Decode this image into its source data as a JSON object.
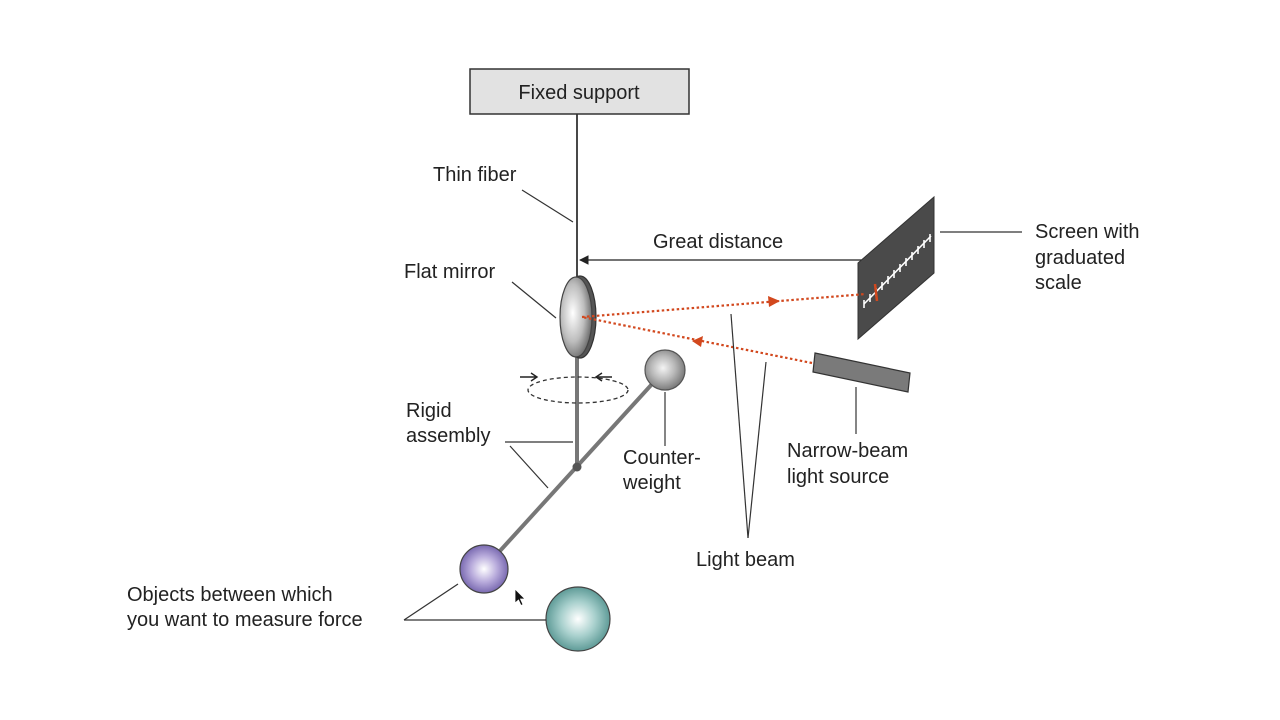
{
  "labels": {
    "fixed_support": "Fixed support",
    "thin_fiber": "Thin fiber",
    "flat_mirror": "Flat mirror",
    "great_distance": "Great distance",
    "screen_line1": "Screen with",
    "screen_line2": "graduated",
    "screen_line3": "scale",
    "rigid_line1": "Rigid",
    "rigid_line2": "assembly",
    "counter_line1": "Counter-",
    "counter_line2": "weight",
    "source_line1": "Narrow-beam",
    "source_line2": "light source",
    "light_beam": "Light beam",
    "objects_line1": "Objects between which",
    "objects_line2": "you want to measure force"
  },
  "colors": {
    "beam": "#d2481e",
    "support_fill": "#e2e2e2",
    "screen_fill": "#4a4a4a",
    "source_fill": "#7a7a7a",
    "sphere_purple": "#7b69b8",
    "sphere_teal": "#5a9e9a",
    "counterweight": "#8e8e8e"
  },
  "icons": [
    "arrow-cursor-icon",
    "rotation-arrow-icon"
  ]
}
